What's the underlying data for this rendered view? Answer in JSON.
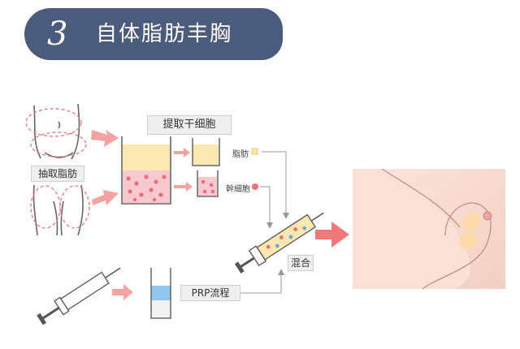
{
  "header": {
    "step_number": "3",
    "title": "自体脂肪丰胸"
  },
  "diagram": {
    "extract_label": "抽取脂肪",
    "extract_cells_label": "提取干细胞",
    "fat_label": "脂肪",
    "stem_cell_label": "幹細胞",
    "prp_label": "PRP流程",
    "mix_label": "混合"
  },
  "colors": {
    "header_bg": "#4a5b7c",
    "arrow": "#f28a8a",
    "fat_yellow": "#fbe7b0",
    "cell_pink": "#f7c9cf",
    "cell_dot": "#e8707e",
    "prp_blue": "#8fc7ee",
    "skin": "#f6dcd3"
  }
}
